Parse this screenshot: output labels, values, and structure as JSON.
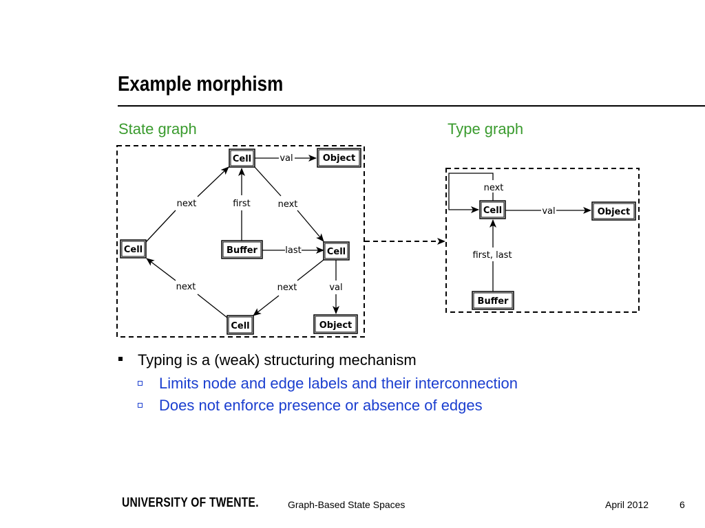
{
  "slide": {
    "title": "Example morphism",
    "page_number": "6"
  },
  "captions": {
    "state_graph": "State graph",
    "type_graph": "Type graph"
  },
  "state_graph": {
    "nodes": {
      "cell_top": "Cell",
      "object_top": "Object",
      "cell_left": "Cell",
      "buffer": "Buffer",
      "cell_right": "Cell",
      "cell_bottom": "Cell",
      "object_bottom": "Object"
    },
    "edges": {
      "val_top": "val",
      "next_top_left": "next",
      "first": "first",
      "next_top_right": "next",
      "last": "last",
      "next_bottom_left": "next",
      "next_bottom_right": "next",
      "val_right": "val"
    }
  },
  "type_graph": {
    "nodes": {
      "cell": "Cell",
      "object": "Object",
      "buffer": "Buffer"
    },
    "edges": {
      "next": "next",
      "val": "val",
      "first_last": "first, last"
    }
  },
  "bullets": {
    "main": "Typing is a (weak) structuring mechanism",
    "sub": [
      "Limits node and edge labels and their interconnection",
      "Does not enforce presence or absence of edges"
    ]
  },
  "footer": {
    "university": "UNIVERSITY OF TWENTE.",
    "presentation": "Graph-Based State Spaces",
    "date": "April 2012"
  }
}
